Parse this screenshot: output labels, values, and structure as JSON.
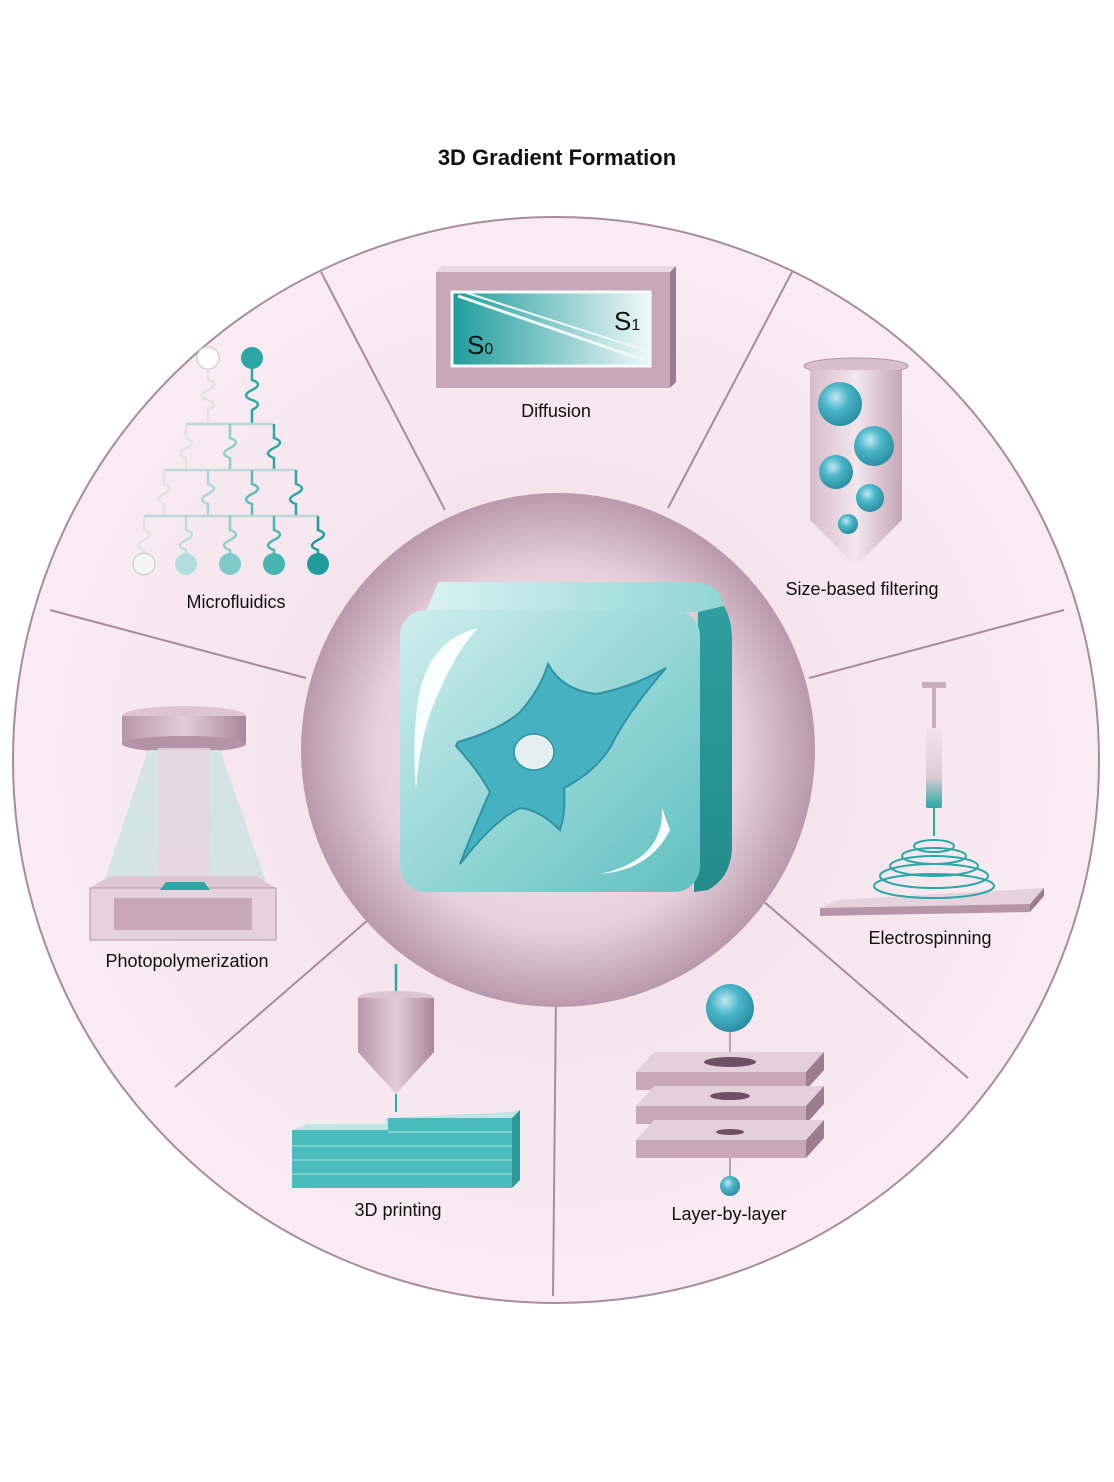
{
  "title": "3D Gradient Formation",
  "methods": {
    "diffusion": {
      "label": "Diffusion",
      "s0": "S",
      "s0_index": "0",
      "s1": "S",
      "s1_index": "1"
    },
    "size_filtering": {
      "label": "Size-based filtering"
    },
    "electrospinning": {
      "label": "Electrospinning"
    },
    "layer_by_layer": {
      "label": "Layer-by-layer"
    },
    "printing_3d": {
      "label": "3D printing"
    },
    "photopolymerization": {
      "label": "Photopolymerization"
    },
    "microfluidics": {
      "label": "Microfluidics"
    }
  },
  "colors": {
    "teal": "#2aa7a6",
    "teal_light": "#7fd0cf",
    "bead": "#4bb6c9",
    "mauve": "#c8a7b8",
    "mauve_dark": "#8f6a80",
    "background_pink": "#f7e6ee"
  }
}
